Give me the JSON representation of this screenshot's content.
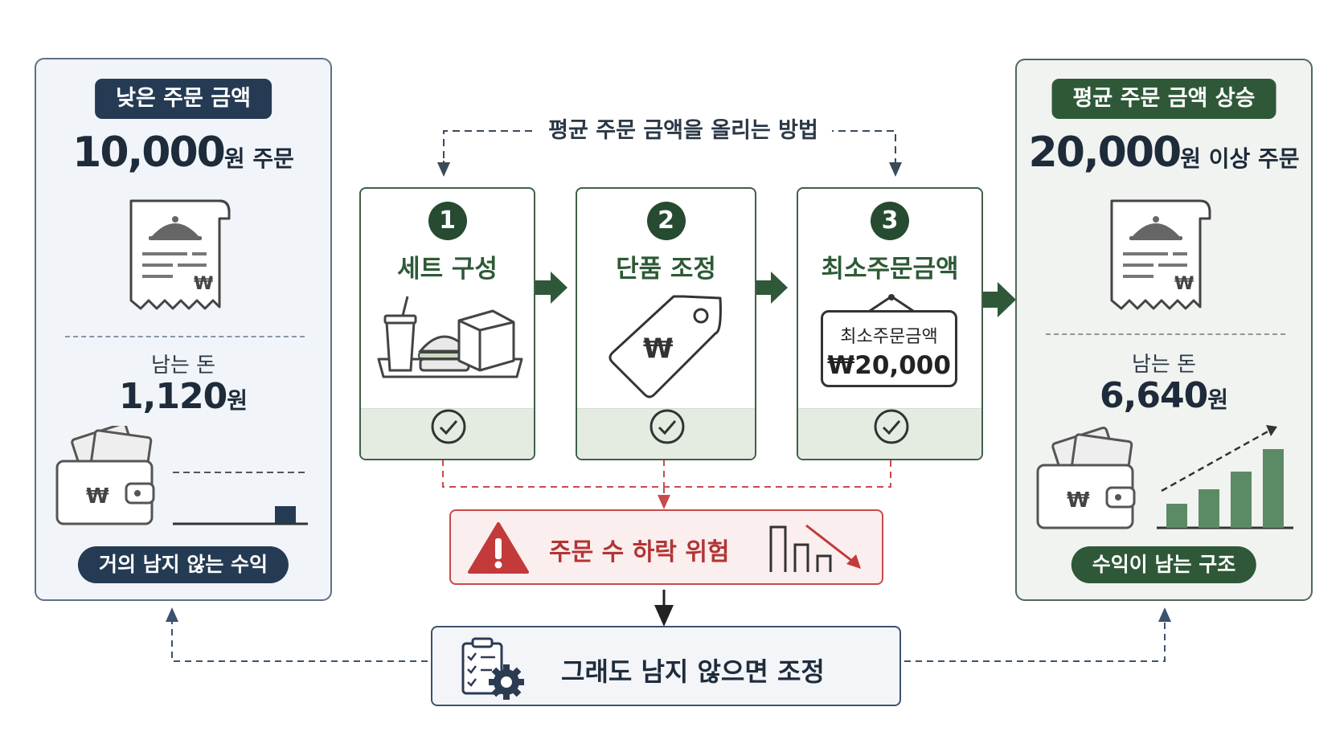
{
  "method_title": "평균 주문 금액을 올리는 방법",
  "left_panel": {
    "header": "낮은 주문 금액",
    "amount": "10,000",
    "amount_unit": "원 주문",
    "remain_label": "남는 돈",
    "remain_amount": "1,120",
    "remain_unit": "원",
    "footer": "거의 남지 않는 수익"
  },
  "right_panel": {
    "header": "평균 주문 금액 상승",
    "amount": "20,000",
    "amount_unit": "원 이상 주문",
    "remain_label": "남는 돈",
    "remain_amount": "6,640",
    "remain_unit": "원",
    "footer": "수익이 남는 구조"
  },
  "steps": [
    {
      "number": "1",
      "title": "세트 구성"
    },
    {
      "number": "2",
      "title": "단품 조정"
    },
    {
      "number": "3",
      "title": "최소주문금액",
      "sign_label": "최소주문금액",
      "sign_amount": "₩20,000"
    }
  ],
  "risk": {
    "text": "주문 수 하락 위험",
    "icon": "warning-triangle-icon"
  },
  "adjust": {
    "text": "그래도 남지 않으면 조정",
    "icon": "checklist-gear-icon"
  },
  "won_symbol": "₩",
  "colors": {
    "navy": "#253b54",
    "green": "#2f5838",
    "risk_red": "#c84b4b"
  }
}
